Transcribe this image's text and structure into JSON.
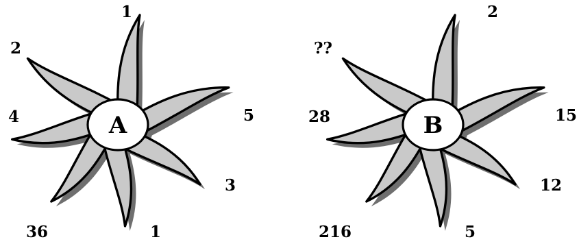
{
  "flowers": [
    {
      "center_label": "A",
      "petal_numbers": {
        "top": "1",
        "upper_left": "2",
        "left": "4",
        "right": "5",
        "lower_right": "3",
        "bottom": "1",
        "lower_left": "36"
      }
    },
    {
      "center_label": "B",
      "petal_numbers": {
        "top": "2",
        "upper_left": "??",
        "left": "28",
        "right": "15",
        "lower_right": "12",
        "bottom": "5",
        "lower_left": "216"
      }
    }
  ],
  "colors": {
    "petal_fill": "#c9c9c9",
    "shadow": "#6f6f6f",
    "outline": "#000000",
    "hub_fill": "#ffffff",
    "background": "#ffffff"
  }
}
